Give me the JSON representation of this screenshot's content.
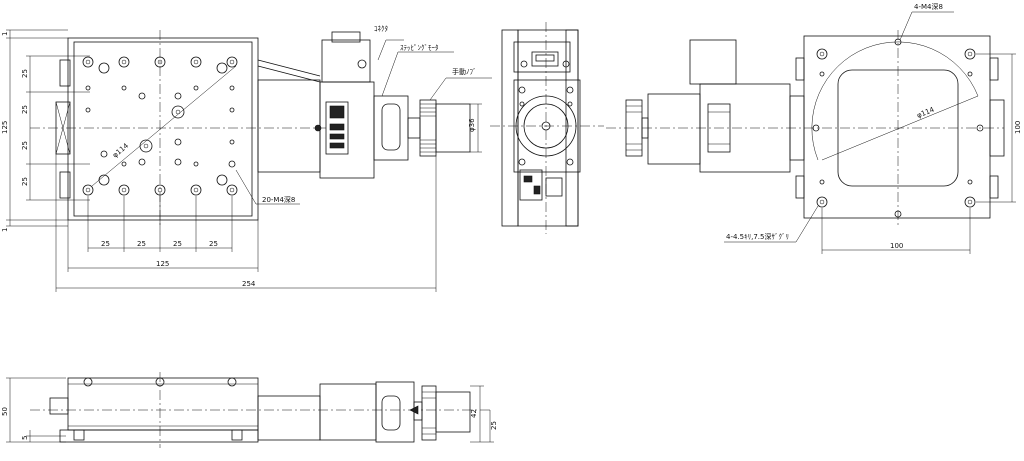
{
  "labels": {
    "connector": "ｺﾈｸﾀ",
    "stepping_motor": "ｽﾃｯﾋﾟﾝｸﾞﾓｰﾀ",
    "hand_knob": "手動ﾉﾌﾞ",
    "tap_holes_4": "4-M4深8",
    "tap_holes_20": "20-M4深8",
    "counterbore": "4-4.5ｷﾘ,7.5深ｻﾞｸﾞﾘ",
    "pcd_left": "φ114",
    "pcd_right": "φ114",
    "knob_dia": "φ36"
  },
  "dimensions": {
    "pitch_1": "25",
    "pitch_2": "25",
    "pitch_3": "25",
    "pitch_4": "25",
    "table_width": "125",
    "total_length": "254",
    "side_height": "125",
    "v_pitch_1": "25",
    "v_pitch_2": "25",
    "v_pitch_3": "25",
    "v_pitch_4": "25",
    "top_small": "1",
    "bottom_small": "1",
    "right_hole_pitch_w": "100",
    "right_hole_pitch_h": "100",
    "front_height": "50",
    "front_small": "5",
    "motor_height": "42",
    "motor_offset": "25"
  }
}
